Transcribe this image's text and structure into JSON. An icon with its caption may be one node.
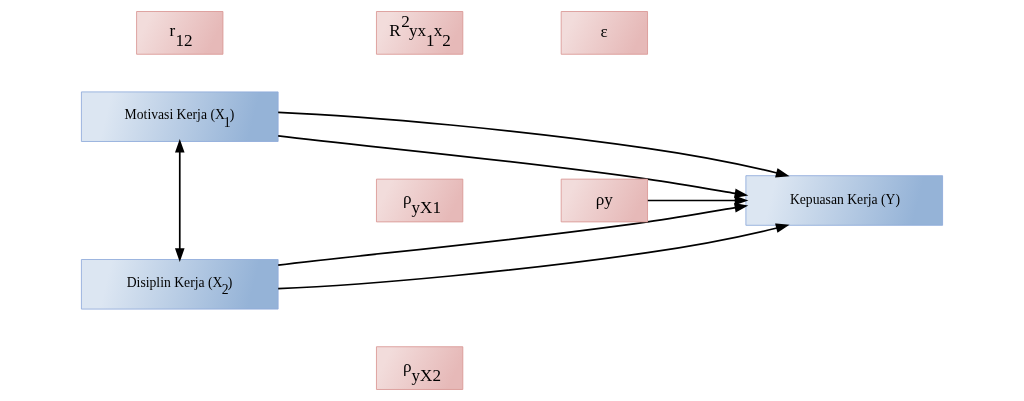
{
  "diagram": {
    "nodes": [
      {
        "text": [
          "Motivasi Kerja (X$_{1}$)"
        ]
      },
      {
        "text": [
          "Disiplin Kerja (X$_{2}$)"
        ]
      },
      {
        "text": [
          "Kepuasan Kerja (Y)"
        ]
      },
      {
        "text": [
          "r$_{12}$"
        ]
      },
      {
        "text": [
          "ρ$_{yX1}$"
        ]
      },
      {
        "text": [
          "R$^{2}$yx$_{1}$x$_{2}$"
        ]
      },
      {
        "text": [
          "ρy"
        ]
      },
      {
        "text": [
          "ε"
        ]
      },
      {
        "text": [
          "ρ$_{yX2}$"
        ]
      }
    ],
    "edges": [
      {
        "from": 0,
        "to": 1,
        "arrow": "both"
      },
      {
        "from": 0,
        "to": 2,
        "arrow": "to"
      },
      {
        "from": 1,
        "to": 2,
        "arrow": "to"
      },
      {
        "from": 0,
        "to": 2,
        "arrow": "to"
      },
      {
        "from": 1,
        "to": 2,
        "arrow": "to"
      },
      {
        "from": 6,
        "to": 2,
        "arrow": "to"
      }
    ]
  }
}
